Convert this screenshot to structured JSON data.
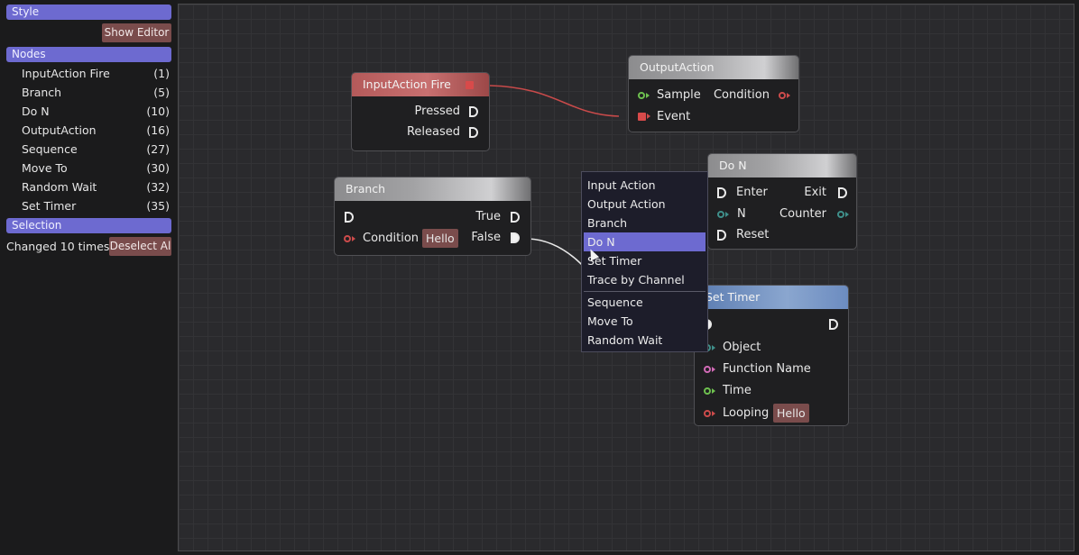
{
  "sidebar": {
    "style_header": "Style",
    "show_editor": "Show Editor",
    "nodes_header": "Nodes",
    "nodes": [
      {
        "label": "InputAction Fire",
        "count": "(1)"
      },
      {
        "label": "Branch",
        "count": "(5)"
      },
      {
        "label": "Do N",
        "count": "(10)"
      },
      {
        "label": "OutputAction",
        "count": "(16)"
      },
      {
        "label": "Sequence",
        "count": "(27)"
      },
      {
        "label": "Move To",
        "count": "(30)"
      },
      {
        "label": "Random Wait",
        "count": "(32)"
      },
      {
        "label": "Set Timer",
        "count": "(35)"
      }
    ],
    "selection_header": "Selection",
    "selection_status": "Changed 10 times",
    "deselect": "Deselect Al"
  },
  "graph": {
    "input_action": {
      "title": "InputAction Fire",
      "pressed": "Pressed",
      "released": "Released"
    },
    "output_action": {
      "title": "OutputAction",
      "sample": "Sample",
      "condition": "Condition",
      "event": "Event"
    },
    "branch": {
      "title": "Branch",
      "true": "True",
      "false": "False",
      "condition": "Condition",
      "value": "Hello"
    },
    "do_n": {
      "title": "Do N",
      "enter": "Enter",
      "exit": "Exit",
      "n": "N",
      "counter": "Counter",
      "reset": "Reset"
    },
    "set_timer": {
      "title": "Set Timer",
      "object": "Object",
      "function_name": "Function Name",
      "time": "Time",
      "looping": "Looping",
      "value": "Hello"
    }
  },
  "context_menu": {
    "items_a": [
      "Input Action",
      "Output Action",
      "Branch",
      "Do N",
      "Set Timer",
      "Trace by Channel"
    ],
    "items_b": [
      "Sequence",
      "Move To",
      "Random Wait"
    ],
    "highlighted": "Do N"
  },
  "colors": {
    "accent": "#6d6ad0",
    "button_red": "#7a4c4c",
    "wire_red": "#c84a4a",
    "wire_white": "#e8e8e8"
  }
}
